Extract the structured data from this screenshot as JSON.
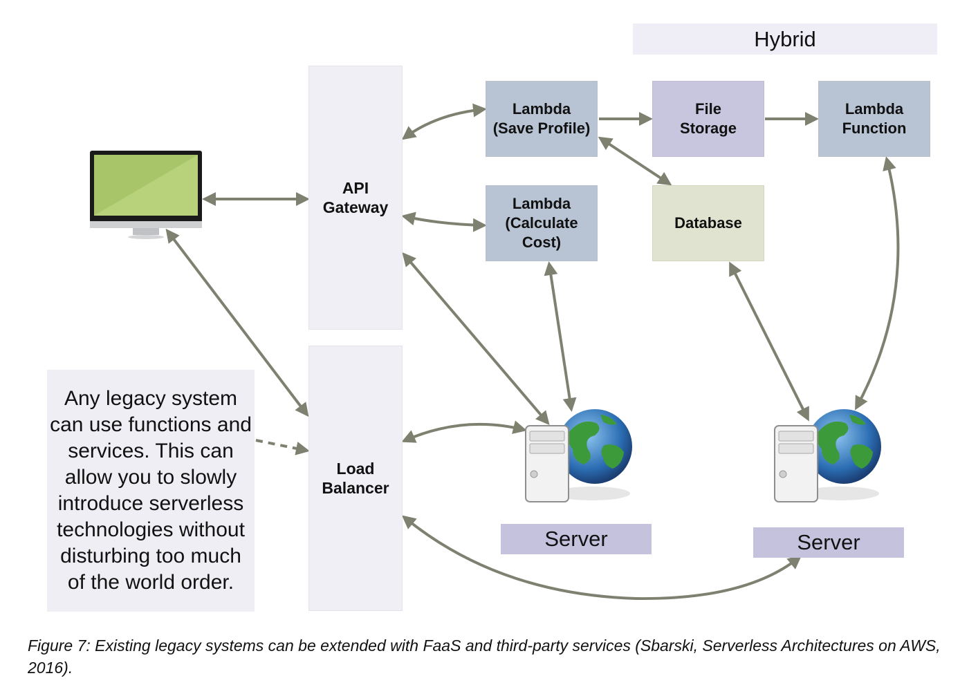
{
  "diagram": {
    "hybrid_label": "Hybrid",
    "api_gateway_label": "API\nGateway",
    "load_balancer_label": "Load\nBalancer",
    "lambda_save_profile_label": "Lambda\n(Save Profile)",
    "lambda_calculate_cost_label": "Lambda\n(Calculate\nCost)",
    "file_storage_label": "File\nStorage",
    "lambda_function_label": "Lambda\nFunction",
    "database_label": "Database",
    "server_1_label": "Server",
    "server_2_label": "Server",
    "note_text": "Any legacy system can use functions and services. This can allow you to slowly introduce serverless technologies without disturbing too much of the world order.",
    "icons": [
      "monitor-icon",
      "server-globe-icon",
      "server-globe-icon"
    ],
    "colors": {
      "arrow": "#7f8170",
      "service_blue": "#b8c4d4",
      "service_purple": "#c8c6de",
      "database_green": "#e0e3cf",
      "pillar": "#f0eff6",
      "monitor_screen": "#a9c56a"
    }
  },
  "caption": "Figure 7: Existing legacy systems can be extended with FaaS and third-party services (Sbarski, Serverless Architectures on AWS, 2016)."
}
